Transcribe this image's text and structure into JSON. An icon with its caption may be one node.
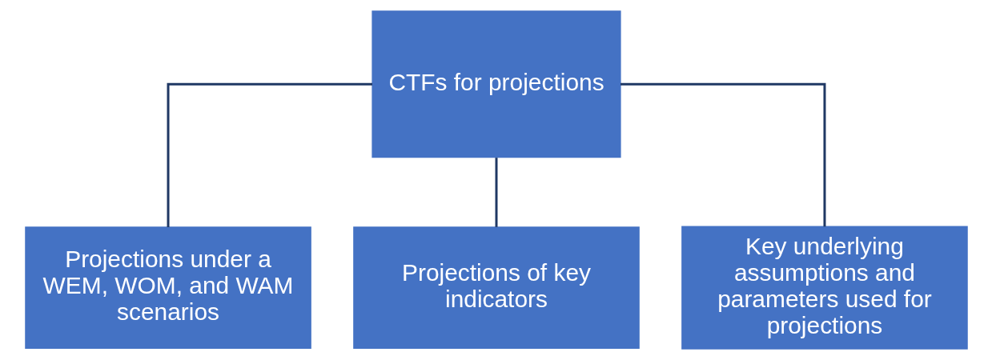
{
  "diagram": {
    "nodes": [
      {
        "text": [
          "CTFs for projections"
        ]
      },
      {
        "text": [
          "Projections under a WEM, WOM, and WAM scenarios"
        ]
      },
      {
        "text": [
          "Projections of key indicators"
        ]
      },
      {
        "text": [
          "Key underlying assumptions and parameters used for projections"
        ]
      }
    ],
    "edges": [
      {
        "from": 0,
        "to": 1,
        "arrow": "none"
      },
      {
        "from": 0,
        "to": 2,
        "arrow": "none"
      },
      {
        "from": 0,
        "to": 3,
        "arrow": "none"
      }
    ]
  }
}
